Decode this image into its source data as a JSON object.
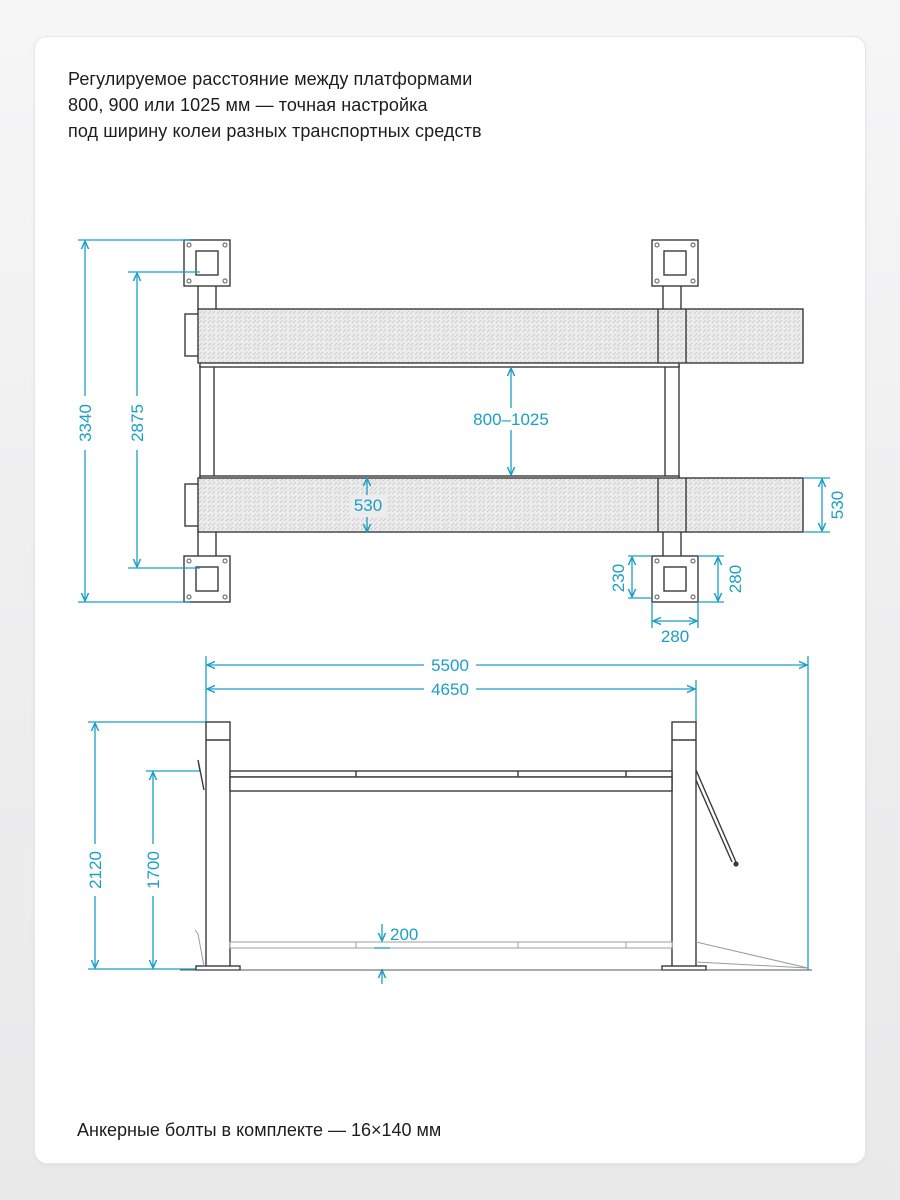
{
  "header": {
    "lines": [
      "Регулируемое расстояние между платформами",
      "800, 900 или 1025 мм — точная настройка",
      "под ширину колеи разных транспортных средств"
    ]
  },
  "footer": {
    "text": "Анкерные болты в комплекте — 16×140 мм"
  },
  "top_view": {
    "overall_length": "3340",
    "inner_length": "2875",
    "platform_gap": "800–1025",
    "platform_width_inner": "530",
    "platform_width_side": "530",
    "base_plate_depth": "230",
    "base_plate_height": "280",
    "base_plate_width": "280"
  },
  "side_view": {
    "overall_length": "5500",
    "column_span": "4650",
    "total_height": "2120",
    "lift_height": "1700",
    "min_height": "200"
  },
  "colors": {
    "dimension": "#1b9fc7",
    "outline": "#3a3a3c",
    "text": "#1d1d1f"
  }
}
